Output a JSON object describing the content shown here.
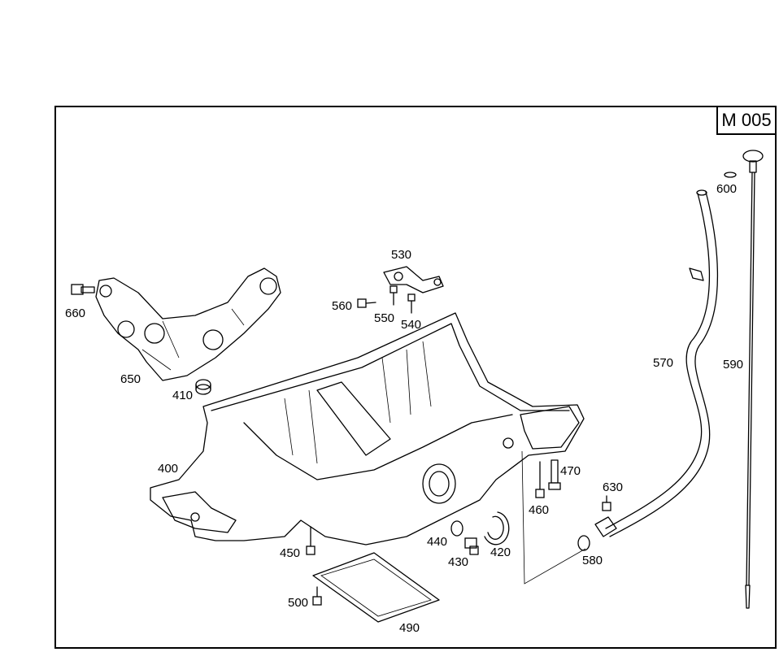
{
  "diagram": {
    "code": "M 005",
    "parts": [
      {
        "id": "p400",
        "label": "400"
      },
      {
        "id": "p410",
        "label": "410"
      },
      {
        "id": "p420",
        "label": "420"
      },
      {
        "id": "p430",
        "label": "430"
      },
      {
        "id": "p440",
        "label": "440"
      },
      {
        "id": "p450",
        "label": "450"
      },
      {
        "id": "p460",
        "label": "460"
      },
      {
        "id": "p470",
        "label": "470"
      },
      {
        "id": "p490",
        "label": "490"
      },
      {
        "id": "p500",
        "label": "500"
      },
      {
        "id": "p530",
        "label": "530"
      },
      {
        "id": "p540",
        "label": "540"
      },
      {
        "id": "p550",
        "label": "550"
      },
      {
        "id": "p560",
        "label": "560"
      },
      {
        "id": "p570",
        "label": "570"
      },
      {
        "id": "p580",
        "label": "580"
      },
      {
        "id": "p590",
        "label": "590"
      },
      {
        "id": "p600",
        "label": "600"
      },
      {
        "id": "p630",
        "label": "630"
      },
      {
        "id": "p650",
        "label": "650"
      },
      {
        "id": "p660",
        "label": "660"
      }
    ]
  }
}
